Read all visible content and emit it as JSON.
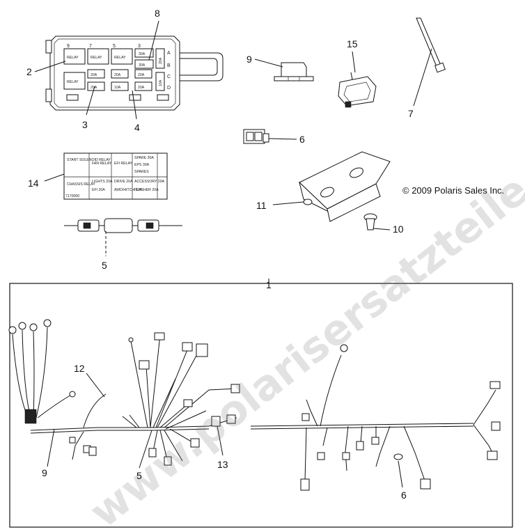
{
  "copyright": "© 2009 Polaris Sales Inc.",
  "watermark": "www.polarisersatzteile.de",
  "callouts": {
    "c1": "1",
    "c2": "2",
    "c3": "3",
    "c4": "4",
    "c5a": "5",
    "c5b": "5",
    "c6a": "6",
    "c6b": "6",
    "c7": "7",
    "c8": "8",
    "c9a": "9",
    "c9b": "9",
    "c10": "10",
    "c11": "11",
    "c12": "12",
    "c13": "13",
    "c14": "14",
    "c15": "15"
  },
  "fuse_box": {
    "top_numbers": [
      "9",
      "7",
      "5",
      "3"
    ],
    "relays": [
      "RELAY",
      "RELAY",
      "RELAY",
      "RELAY"
    ],
    "fuses_row1": [
      "30A"
    ],
    "fuses_row2": [
      "30A"
    ],
    "fuses_row3": [
      "20A",
      "20A",
      "20A"
    ],
    "fuses_row4": [
      "20A",
      "10A",
      "20A"
    ],
    "vertical_fuses": [
      "20A",
      "10A"
    ],
    "side_letters": [
      "A",
      "B",
      "C",
      "D"
    ]
  },
  "decal": {
    "top_row": [
      "START SOLENOID RELAY",
      "FAN RELAY",
      "EFI RELAY"
    ],
    "top_right": [
      "SPARE 30A",
      "EPS 30A",
      "SPARES"
    ],
    "bottom_row": [
      "CHASSIS RELAY",
      "LIGHTS 20A",
      "DRIVE 20A",
      "ACCESSORY 20A"
    ],
    "bottom_row2": [
      "",
      "EFI 20A",
      "AWD/HITCH 10A",
      "FLASHER 20A"
    ],
    "part_no": "7170000"
  }
}
